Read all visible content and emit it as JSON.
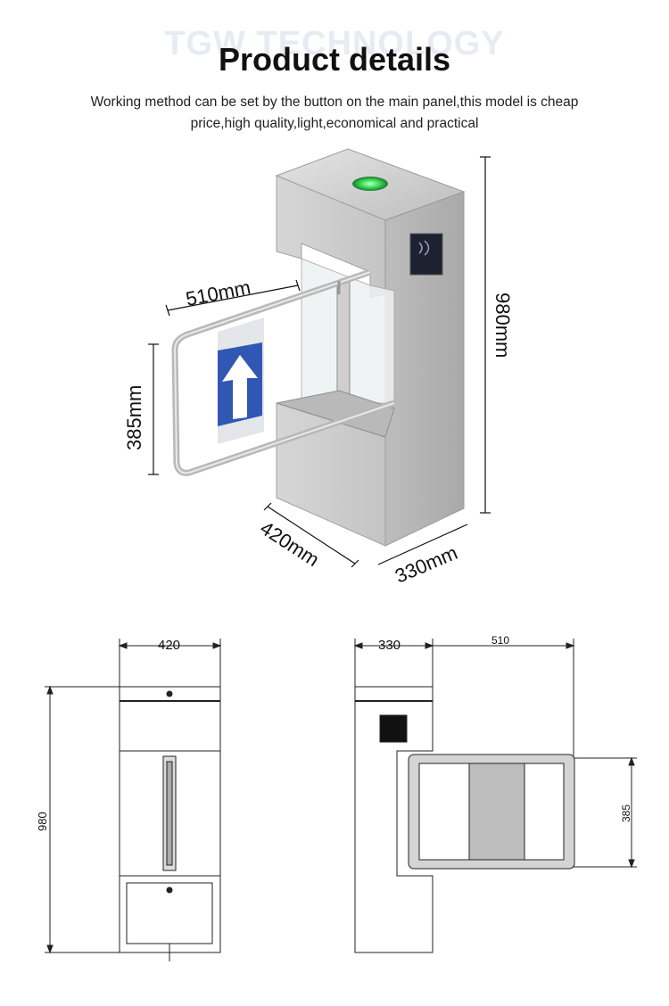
{
  "header": {
    "watermark": "TGW TECHNOLOGY",
    "title": "Product details",
    "description": "Working method can be set by the button on the main panel,this model is cheap price,high quality,light,economical and practical"
  },
  "product_photo": {
    "dimensions": {
      "arm_length": "510mm",
      "arm_height": "385mm",
      "height": "980mm",
      "depth": "420mm",
      "width": "330mm"
    },
    "colors": {
      "body": "#c9c9c9",
      "arrow_panel": "#2f57b3",
      "indicator": "#3fe05a"
    }
  },
  "drawings": {
    "front_view": {
      "width": "420",
      "height": "980"
    },
    "side_view": {
      "width": "330",
      "arm_length": "510",
      "arm_height": "385"
    }
  }
}
